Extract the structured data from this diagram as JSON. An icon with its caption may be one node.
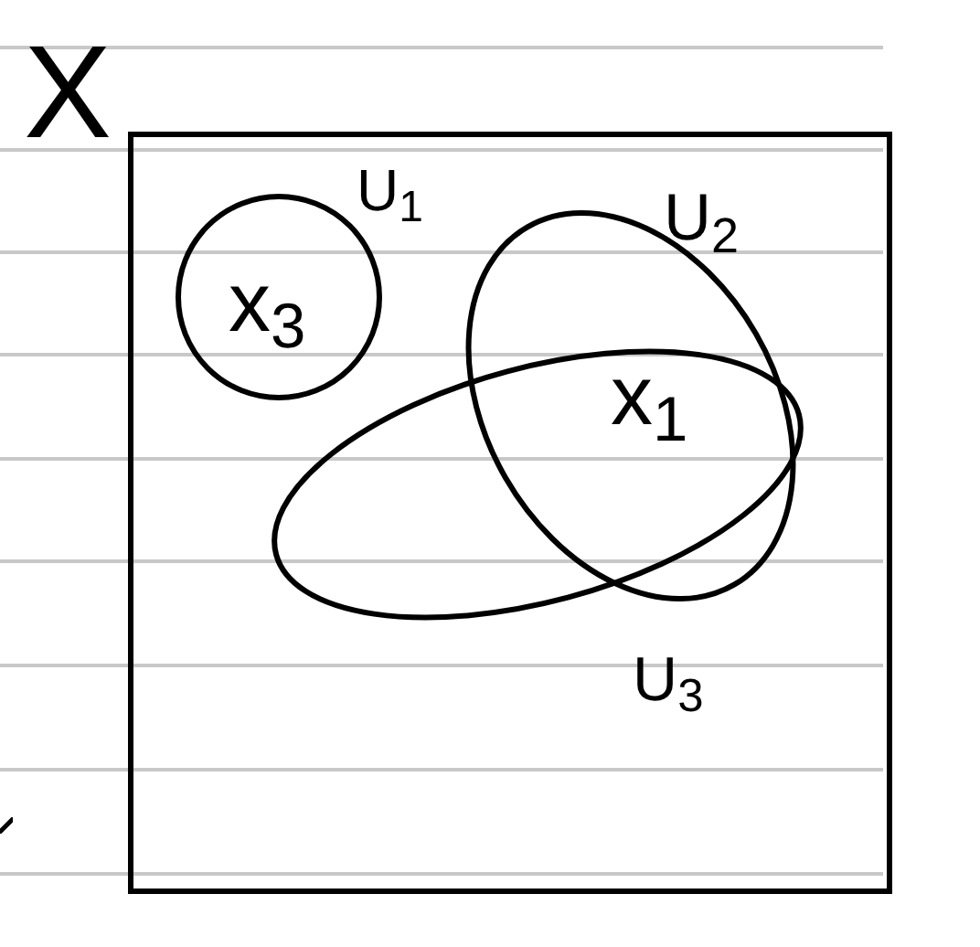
{
  "diagram": {
    "nodes": [
      {
        "text": [
          "X"
        ]
      },
      {
        "text": [
          "x$_{3}$"
        ],
        "beside": [
          "U$_{1}$"
        ],
        "in": 0
      },
      {
        "text": [],
        "shape": "ellipse",
        "beside": [
          "U$_{2}$"
        ],
        "in": 0
      },
      {
        "text": [],
        "shape": "ellipse",
        "beside": [
          "U$_{3}$"
        ],
        "in": 0
      }
    ],
    "labels": [
      "x$_{1}$"
    ]
  }
}
